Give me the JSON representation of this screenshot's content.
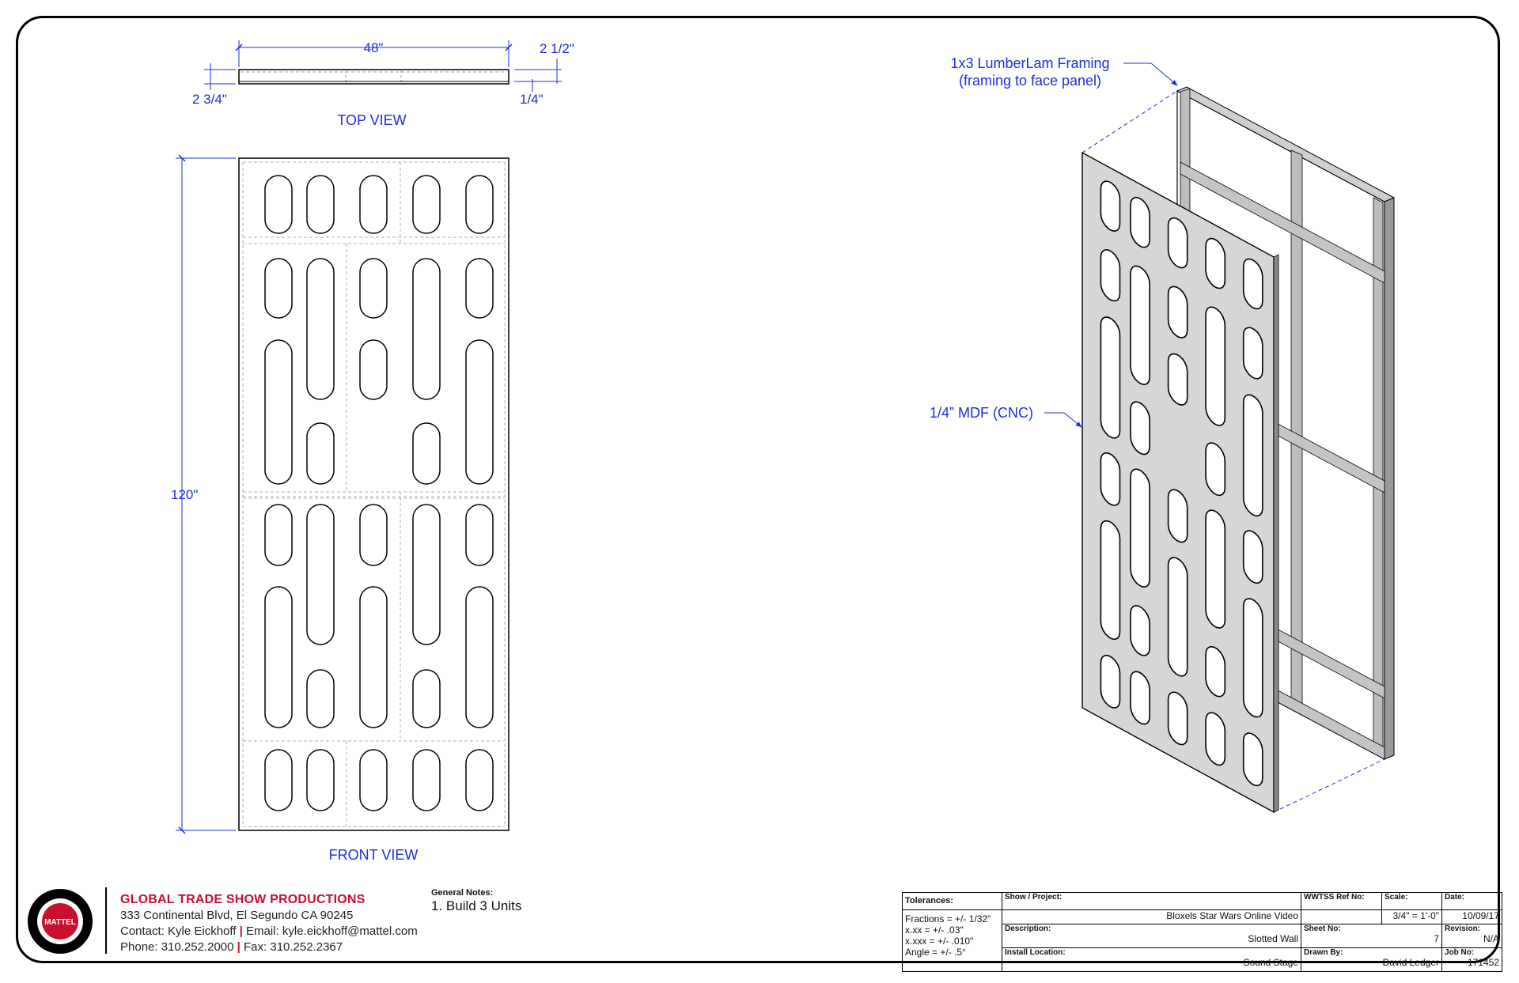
{
  "top_view": {
    "title": "TOP VIEW",
    "dim_width": "48\"",
    "dim_depth": "2 1/2\"",
    "dim_left": "2 3/4\"",
    "dim_face": "1/4\""
  },
  "front_view": {
    "title": "FRONT VIEW",
    "dim_height": "120\""
  },
  "iso_view": {
    "framing_label_1": "1x3 LumberLam Framing",
    "framing_label_2": "(framing to face panel)",
    "panel_label": "1/4” MDF (CNC)"
  },
  "company": {
    "name": "GLOBAL TRADE SHOW PRODUCTIONS",
    "address": "333 Continental Blvd,  El Segundo  CA  90245",
    "contact_prefix": "Contact:  Kyle Eickhoff",
    "email": "Email: kyle.eickhoff@mattel.com",
    "phone": "Phone:  310.252.2000",
    "fax": "Fax: 310.252.2367",
    "logo_text": "MATTEL"
  },
  "notes": {
    "heading": "General Notes:",
    "items": [
      "1.  Build 3 Units"
    ]
  },
  "title_block": {
    "tolerances_label": "Tolerances:",
    "tol_1": "Fractions = +/- 1/32\"",
    "tol_2": "x.xx =   +/- .03\"",
    "tol_3": "x.xxx =  +/- .010\"",
    "tol_4": "Angle = +/- .5°",
    "show_label": "Show / Project:",
    "show_value": "Bloxels Star Wars Online Video",
    "desc_label": "Description:",
    "desc_value": "Slotted Wall",
    "loc_label": "Install Location:",
    "loc_value": "Sound Stage",
    "ref_label": "WWTSS Ref No:",
    "ref_value": "",
    "scale_label": "Scale:",
    "scale_value": "3/4\" = 1'-0\"",
    "date_label": "Date:",
    "date_value": "10/09/17",
    "sheet_label": "Sheet No:",
    "sheet_value": "7",
    "rev_label": "Revision:",
    "rev_value": "N/A",
    "drawn_label": "Drawn By:",
    "drawn_value": "David Ledger",
    "job_label": "Job No:",
    "job_value": "171452"
  }
}
